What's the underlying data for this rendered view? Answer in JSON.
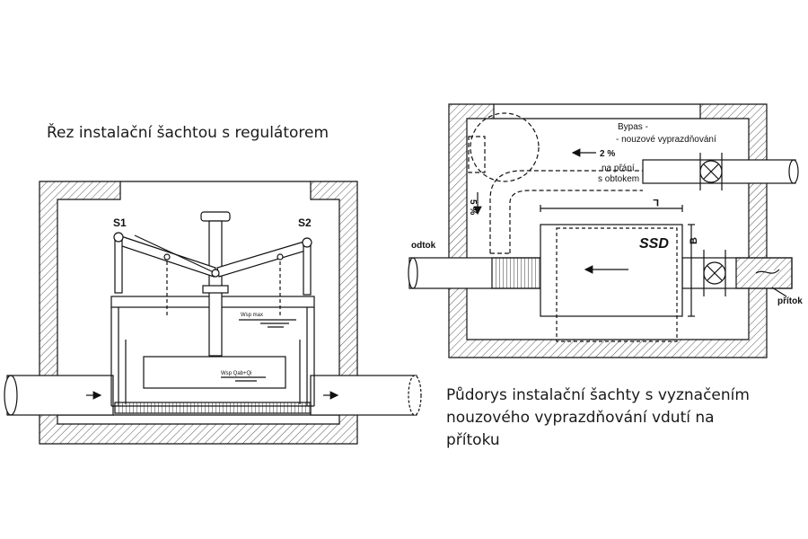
{
  "left_diagram": {
    "caption": "Řez instalační šachtou s regulátorem",
    "labels": {
      "s1": "S1",
      "s2": "S2",
      "water_max": "Wsp max",
      "water_qab": "Wsp Qab+Qi"
    }
  },
  "right_diagram": {
    "caption_lines": [
      "Půdorys instalační šachty s vyznačením",
      "nouzového vyprazdňování vdutí na",
      "přítoku"
    ],
    "labels": {
      "bypass_line1": "Bypas -",
      "bypass_line2": "- nouzové vyprazdňování",
      "slope_top": "2 %",
      "slope_left": "5 %",
      "on_request_line1": "na přání",
      "on_request_line2": "s obtokem",
      "dim_l": "L",
      "dim_b": "B",
      "ssd": "SSD",
      "outlet": "odtok",
      "inlet": "přítok"
    }
  },
  "colors": {
    "ink": "#111111",
    "hatch": "#555555",
    "background": "#ffffff"
  }
}
